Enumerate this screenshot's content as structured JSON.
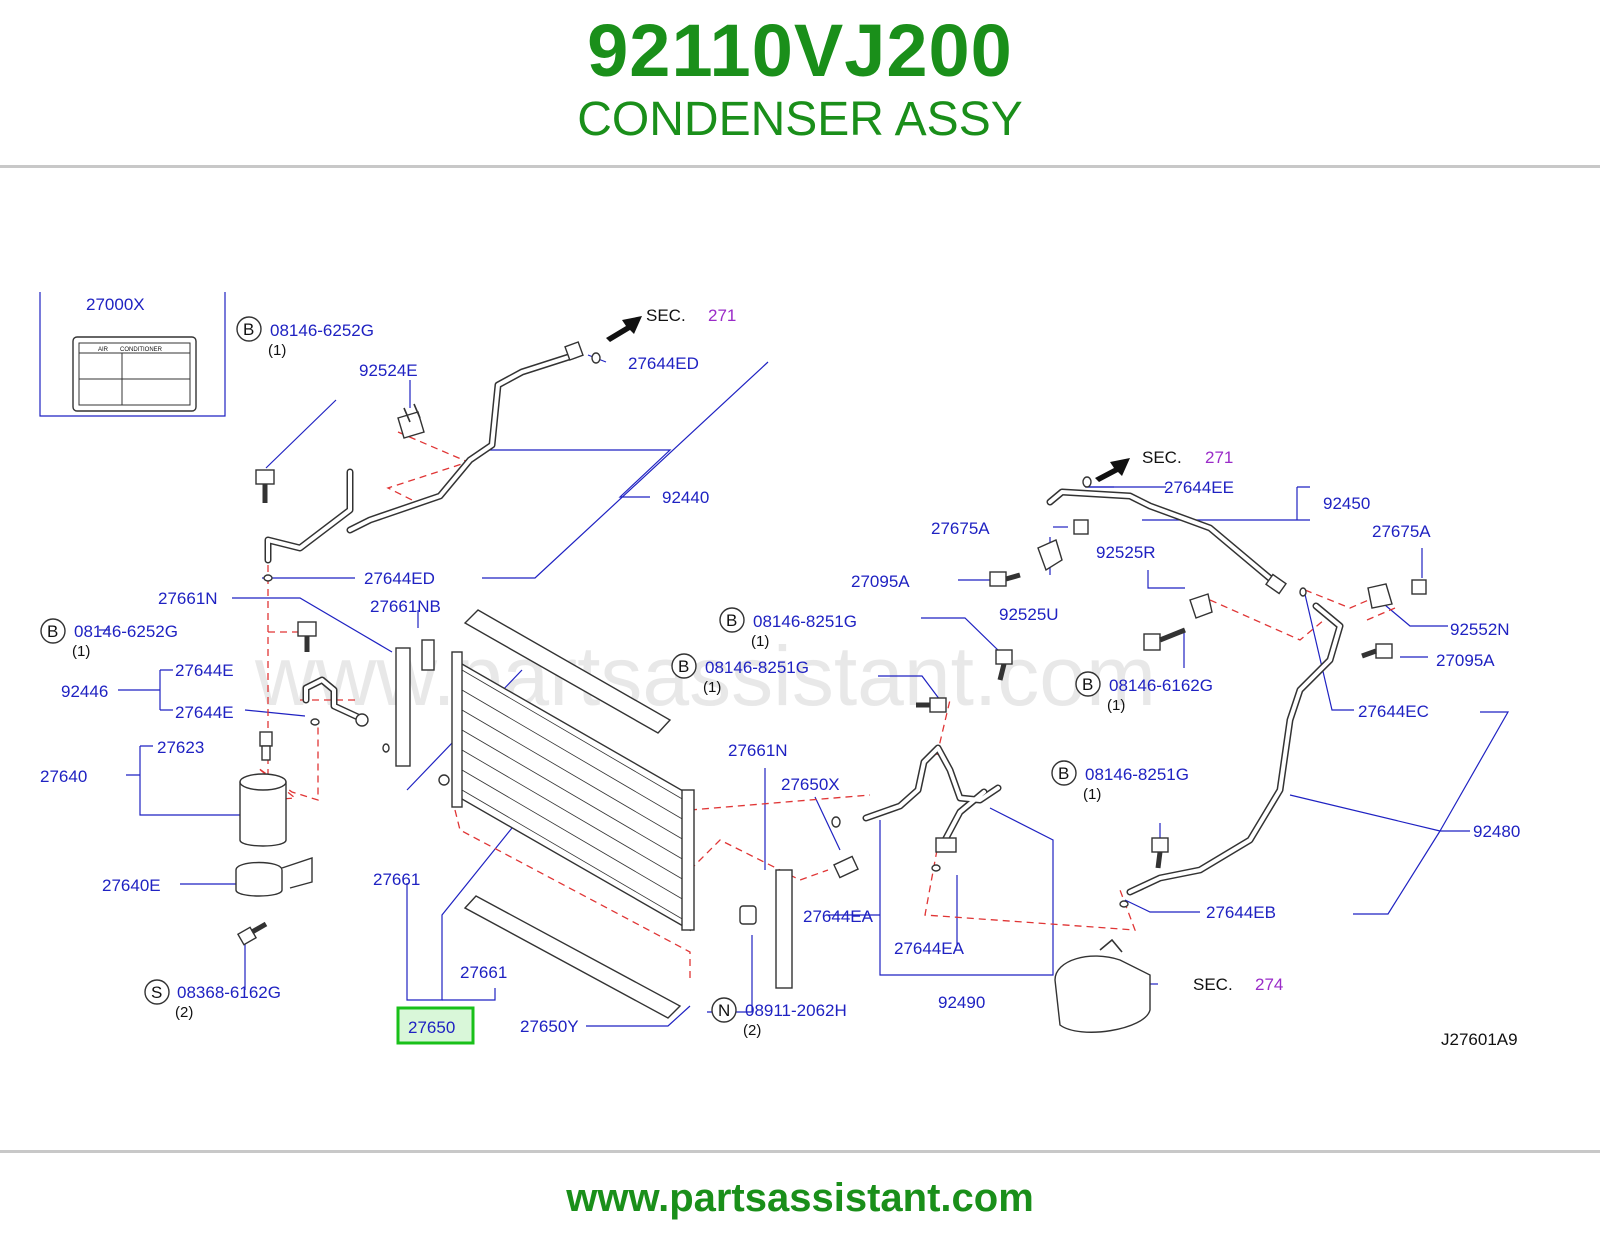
{
  "header": {
    "part_number": "92110VJ200",
    "part_name": "CONDENSER ASSY"
  },
  "footer": {
    "url": "www.partsassistant.com"
  },
  "diagram": {
    "watermark": "www.partsassistant.com",
    "code": "J27601A9",
    "highlight_label": "27650",
    "labels": {
      "l27000x": "27000X",
      "air": "AIR",
      "conditioner": "CONDITIONER",
      "b1": "08146-6252G",
      "b1q": "(1)",
      "l92524e": "92524E",
      "sec1": "SEC.",
      "sec1n": "271",
      "l27644ed_a": "27644ED",
      "l92440": "92440",
      "l27644ed_b": "27644ED",
      "l27661n_a": "27661N",
      "l27661nb": "27661NB",
      "b2": "08146-6252G",
      "b2q": "(1)",
      "l92446": "92446",
      "l27644e_a": "27644E",
      "l27644e_b": "27644E",
      "l27623": "27623",
      "l27640": "27640",
      "l27640e": "27640E",
      "s1": "08368-6162G",
      "s1q": "(2)",
      "l27661_a": "27661",
      "l27661_b": "27661",
      "l27650y": "27650Y",
      "n1": "08911-2062H",
      "n1q": "(2)",
      "b3": "08146-8251G",
      "b3q": "(1)",
      "b4": "08146-8251G",
      "b4q": "(1)",
      "l27661n_b": "27661N",
      "l27650x": "27650X",
      "l27644ea_a": "27644EA",
      "l27644ea_b": "27644EA",
      "l92490": "92490",
      "sec3": "SEC.",
      "sec3n": "274",
      "sec2": "SEC.",
      "sec2n": "271",
      "l27644ee": "27644EE",
      "l92450": "92450",
      "l27675a_a": "27675A",
      "l27675a_b": "27675A",
      "l92525r": "92525R",
      "l27095a_a": "27095A",
      "l92525u": "92525U",
      "l92552n": "92552N",
      "l27095a_b": "27095A",
      "b5": "08146-6162G",
      "b5q": "(1)",
      "l27644ec": "27644EC",
      "b6": "08146-8251G",
      "b6q": "(1)",
      "l92480": "92480",
      "l27644eb": "27644EB"
    },
    "circle_letters": {
      "b": "B",
      "s": "S",
      "n": "N"
    }
  },
  "colors": {
    "title_green": "#1a8f1a",
    "label_blue": "#1f22c2",
    "section_purple": "#9a2bc8",
    "dash_red": "#e03535",
    "highlight_green": "#19c019"
  }
}
